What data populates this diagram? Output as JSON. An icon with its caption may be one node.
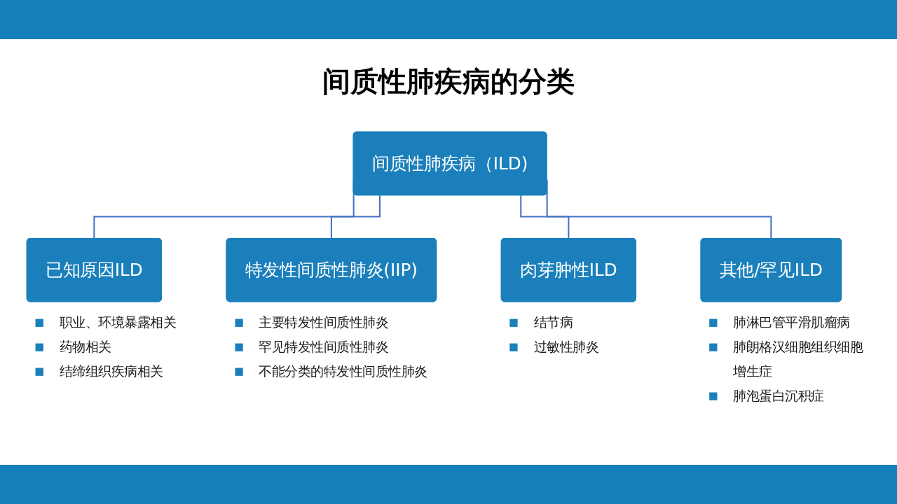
{
  "diagram": {
    "title": "间质性肺疾病的分类",
    "nodes": [
      {
        "text": [
          "间质性肺疾病（ILD)"
        ]
      },
      {
        "text": [
          "已知原因ILD"
        ],
        "beside": [
          "职业、环境暴露相关",
          "药物相关",
          "结缔组织疾病相关"
        ]
      },
      {
        "text": [
          "特发性间质性肺炎(IIP)"
        ],
        "beside": [
          "主要特发性间质性肺炎",
          "罕见特发性间质性肺炎",
          "不能分类的特发性间质性肺炎"
        ]
      },
      {
        "text": [
          "肉芽肿性ILD"
        ],
        "beside": [
          "结节病",
          "过敏性肺炎"
        ]
      },
      {
        "text": [
          "其他/罕见ILD"
        ],
        "beside": [
          "肺淋巴管平滑肌瘤病",
          "肺朗格汉细胞组织细胞增生症",
          "肺泡蛋白沉积症"
        ]
      }
    ],
    "edges": [
      {
        "from": 0,
        "to": 1,
        "arrow": "none"
      },
      {
        "from": 0,
        "to": 2,
        "arrow": "none"
      },
      {
        "from": 0,
        "to": 3,
        "arrow": "none"
      },
      {
        "from": 0,
        "to": 4,
        "arrow": "none"
      }
    ]
  }
}
